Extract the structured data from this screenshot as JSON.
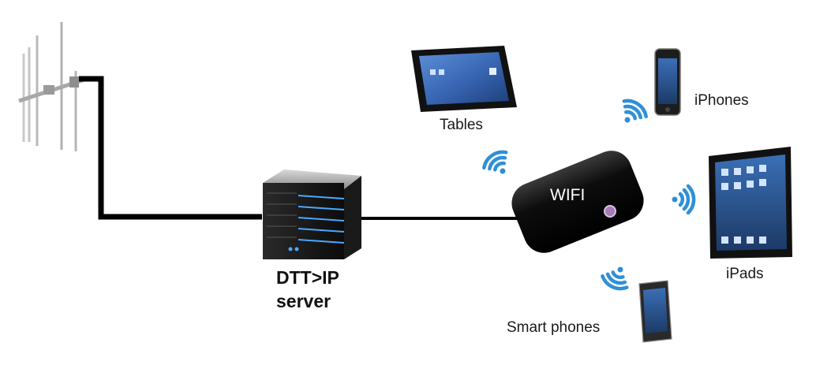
{
  "labels": {
    "server": "DTT>IP",
    "server_line2": "server",
    "wifi": "WIFI",
    "tablets": "Tables",
    "iphones": "iPhones",
    "ipads": "iPads",
    "smartphones": "Smart phones"
  },
  "colors": {
    "cable": "#000000",
    "signal": "#2f8fd8",
    "server_light": "#4aa8ff",
    "router_body": "#0d0d0d",
    "antenna": "#b8b8b8"
  },
  "icons": [
    "antenna-icon",
    "server-icon",
    "router-icon",
    "tablet-icon",
    "iphone-icon",
    "ipad-icon",
    "smartphone-icon",
    "wifi-signal-icon"
  ]
}
